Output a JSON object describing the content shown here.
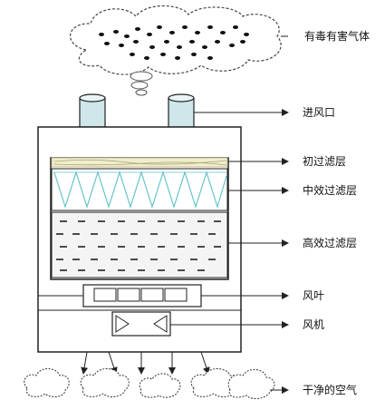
{
  "labels": {
    "toxic_gas": "有毒有害气体",
    "inlet": "进风口",
    "primary_filter": "初过滤层",
    "medium_filter": "中效过滤层",
    "hepa_filter": "高效过滤层",
    "fan_blade": "风叶",
    "fan_motor": "风机",
    "clean_air": "干净的空气"
  },
  "colors": {
    "stroke": "#222222",
    "inlet_pipe": "#cfe6ea",
    "primary_filter": "#f0eecb",
    "medium_filter_lines": "#66c4c8",
    "hepa_bg": "#f4f4f4"
  }
}
